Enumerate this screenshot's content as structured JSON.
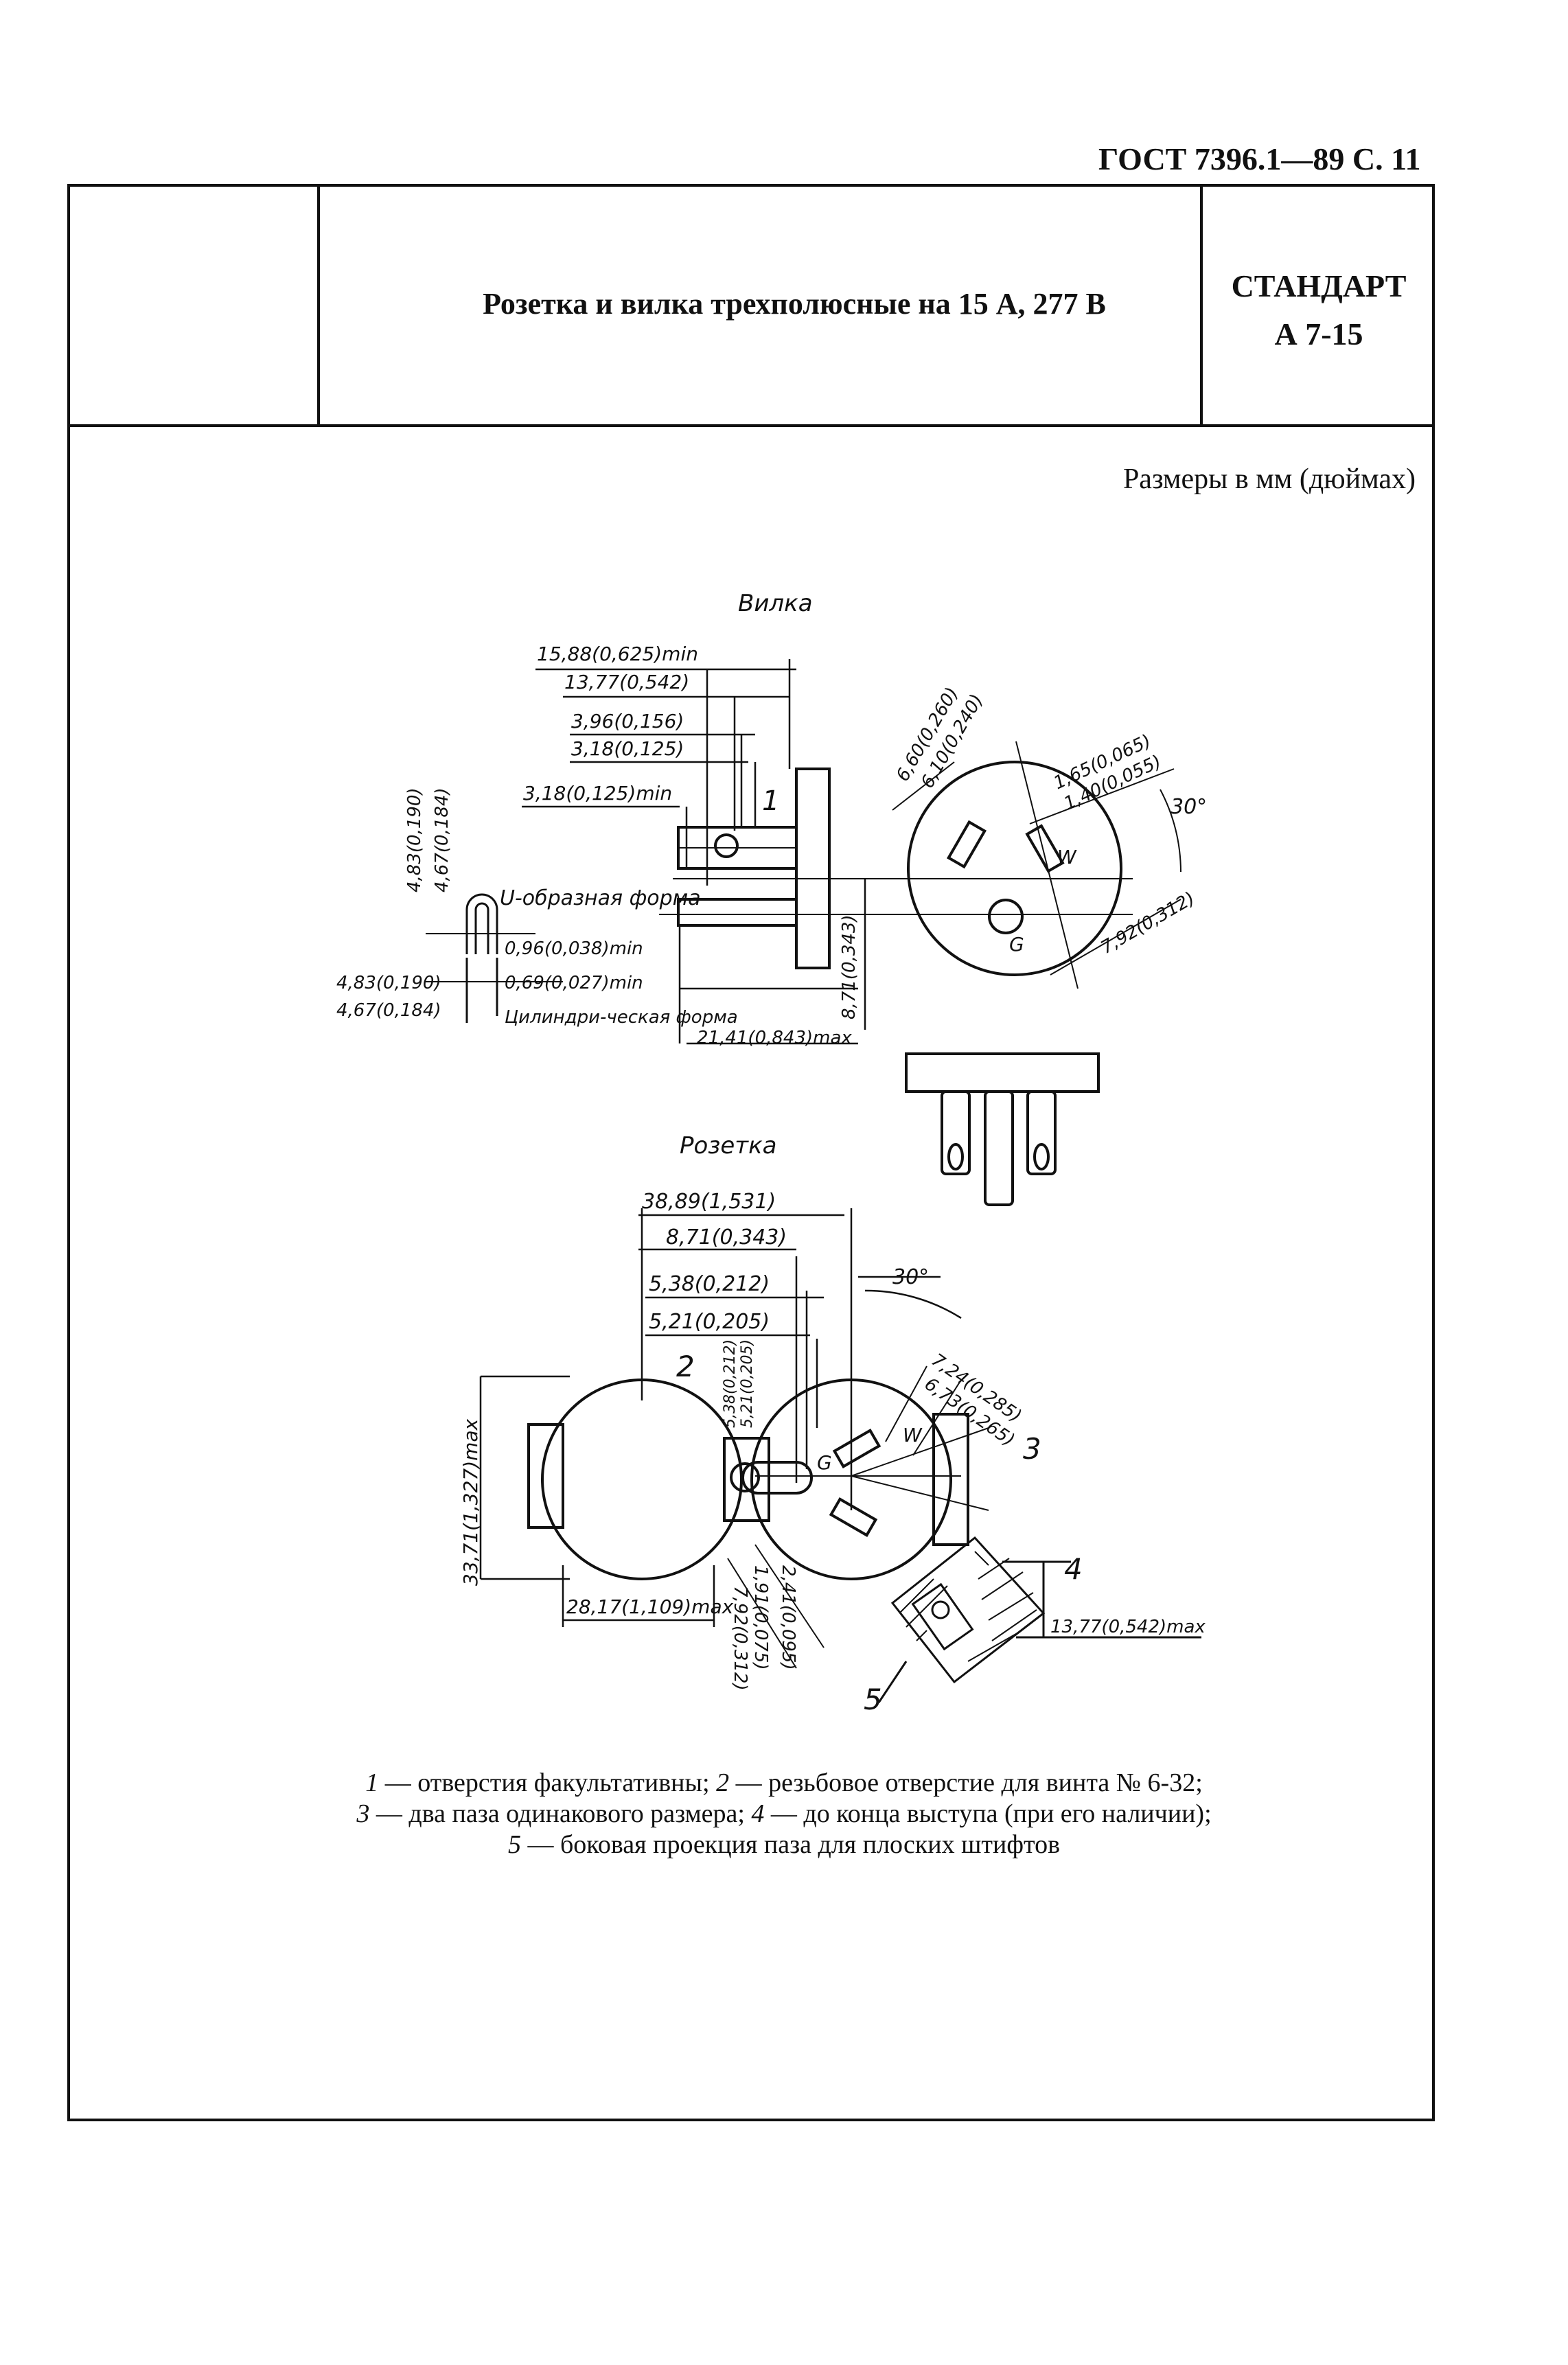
{
  "page_header": "ГОСТ 7396.1—89 С. 11",
  "title": "Розетка и вилка трехполюсные на 15 А, 277 В",
  "standard": {
    "line1": "СТАНДАРТ",
    "line2": "А 7-15"
  },
  "units_note": "Размеры в мм (дюймах)",
  "plug": {
    "heading": "Вилка",
    "dims": {
      "d1": "15,88(0,625)min",
      "d2": "13,77(0,542)",
      "d3": "3,96(0,156)",
      "d4": "3,18(0,125)",
      "d5": "3,18(0,125)min",
      "d6": "4,83(0,190)",
      "d7": "4,67(0,184)",
      "d8": "4,83(0,190)",
      "d9": "4,67(0,184)",
      "d10": "0,96(0,038)min",
      "d11": "0,69(0,027)min",
      "d12": "21,41(0,843)max",
      "d13": "8,71(0,343)",
      "d14": "6,60(0,260)",
      "d15": "6,10(0,240)",
      "d16": "1,65(0,065)",
      "d17": "1,40(0,055)",
      "d18": "7,92(0,312)",
      "angle": "30°"
    },
    "u_form": "U-образная форма",
    "cyl_form": "Цилиндри-ческая форма",
    "marker1": "1",
    "w": "W",
    "g": "G"
  },
  "socket": {
    "heading": "Розетка",
    "dims": {
      "s1": "38,89(1,531)",
      "s2": "8,71(0,343)",
      "s3": "5,38(0,212)",
      "s4": "5,21(0,205)",
      "s5": "5,38(0,212)",
      "s6": "5,21(0,205)",
      "s7": "7,24(0,285)",
      "s8": "6,73(0,265)",
      "s9": "33,71(1,327)max",
      "s10": "28,17(1,109)max",
      "s11": "7,92(0,312)",
      "s12": "1,91(0,075)",
      "s13": "2,41(0,095)",
      "s14": "13,77(0,542)max",
      "angle": "30°"
    },
    "marker2": "2",
    "marker3": "3",
    "marker4": "4",
    "marker5": "5",
    "w": "W",
    "g": "G"
  },
  "caption": {
    "n1": "1",
    "t1": " — отверстия факультативны; ",
    "n2": "2",
    "t2": " — резьбовое отверстие для винта № 6-32;",
    "n3": "3",
    "t3": " — два паза одинакового размера; ",
    "n4": "4",
    "t4": " — до конца выступа (при его наличии);",
    "n5": "5",
    "t5": " — боковая проекция паза для плоских штифтов"
  }
}
